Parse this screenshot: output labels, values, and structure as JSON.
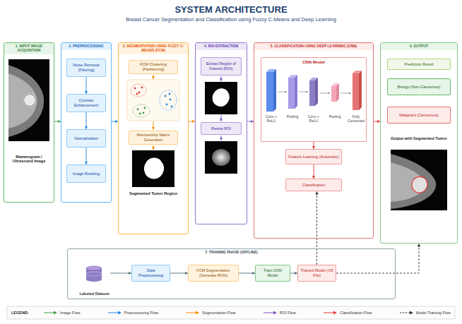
{
  "diagram": {
    "title": "SYSTEM ARCHITECTURE",
    "nodes": [
      {
        "text": [
          "1. INPUT IMAGE ACQUISITION",
          "Mammogram / Ultrasound Image"
        ]
      },
      {
        "text": [
          "2. PREPROCESSING"
        ]
      },
      {
        "text": [
          "Noise Removal (Filtering)"
        ],
        "in": 1
      },
      {
        "text": [
          "Contrast Enhancement"
        ],
        "in": 1
      },
      {
        "text": [
          "Normalization"
        ],
        "in": 1
      },
      {
        "text": [
          "Image Resizing"
        ],
        "in": 1
      },
      {
        "text": [
          "3. SEGMENTATION USING FUZZY C-MEANS (FCM)",
          "Segmented Tumor Region"
        ]
      },
      {
        "text": [
          "FCM Clustering (Partitioning)"
        ],
        "in": 6
      },
      {
        "text": [
          "Membership Matrix Generation"
        ],
        "in": 6
      },
      {
        "text": [
          "4. ROI EXTRACTION"
        ]
      },
      {
        "text": [
          "Extract Region of Interest (ROI)"
        ],
        "in": 9
      },
      {
        "text": [
          "Resize ROI"
        ],
        "in": 9
      },
      {
        "text": [
          "5. CLASSIFICATION USING DEEP LEARNING (CNN)"
        ]
      },
      {
        "text": [
          "CNN Model"
        ],
        "in": 12
      },
      {
        "text": [
          "Feature Learning (Automatic)"
        ],
        "in": 12
      },
      {
        "text": [
          "Classification"
        ],
        "in": 12
      },
      {
        "text": [
          "6. OUTPUT",
          "Output with Segmented Tumor"
        ]
      },
      {
        "text": [
          "Prediction Result"
        ],
        "in": 16
      },
      {
        "text": [
          "Benign (Non-Cancerous)"
        ],
        "in": 16
      },
      {
        "text": [
          "Malignant (Cancerous)"
        ],
        "in": 16
      },
      {
        "text": [
          "7. TRAINING PHASE (OFFLINE)"
        ]
      },
      {
        "text": [
          "Labeled Dataset"
        ],
        "in": 20
      },
      {
        "text": [
          "Data Preprocessing"
        ],
        "in": 20
      },
      {
        "text": [
          "FCM Segmentation (Generate ROIs)"
        ],
        "in": 20
      },
      {
        "text": [
          "Train CNN Model"
        ],
        "in": 20
      },
      {
        "text": [
          "Trained Model (.h5 File)"
        ],
        "in": 20
      }
    ],
    "edges": [
      {
        "from": 0,
        "to": 1,
        "arrow": "to"
      },
      {
        "from": 1,
        "to": 6,
        "arrow": "to"
      },
      {
        "from": 6,
        "to": 9,
        "arrow": "to"
      },
      {
        "from": 9,
        "to": 12,
        "arrow": "to"
      },
      {
        "from": 12,
        "to": 16,
        "arrow": "to"
      },
      {
        "from": 2,
        "to": 3,
        "arrow": "to"
      },
      {
        "from": 3,
        "to": 4,
        "arrow": "to"
      },
      {
        "from": 4,
        "to": 5,
        "arrow": "to"
      },
      {
        "from": 13,
        "to": 14,
        "arrow": "to"
      },
      {
        "from": 14,
        "to": 15,
        "arrow": "to"
      },
      {
        "from": 21,
        "to": 22,
        "arrow": "to"
      },
      {
        "from": 22,
        "to": 23,
        "arrow": "to"
      },
      {
        "from": 23,
        "to": 24,
        "arrow": "to"
      },
      {
        "from": 24,
        "to": 25,
        "arrow": "to"
      },
      {
        "from": 25,
        "to": 15,
        "arrow": "to"
      },
      {
        "from": 25,
        "to": 16,
        "arrow": "to"
      }
    ],
    "labels": [
      "Breast Cancer Segmentation and Classification using Fuzzy C-Means and Deep Learning",
      "Conv + ReLU",
      "Pooling",
      "Conv + ReLU",
      "Pooling",
      "Fully Connected",
      "LEGEND:"
    ],
    "legend": [
      {
        "text": "Image Flow"
      },
      {
        "text": "Preprocessing Flow"
      },
      {
        "text": "Segmentation Flow"
      },
      {
        "text": "ROI Flow"
      },
      {
        "text": "Classification Flow"
      },
      {
        "text": "Model Training Flow"
      }
    ]
  }
}
